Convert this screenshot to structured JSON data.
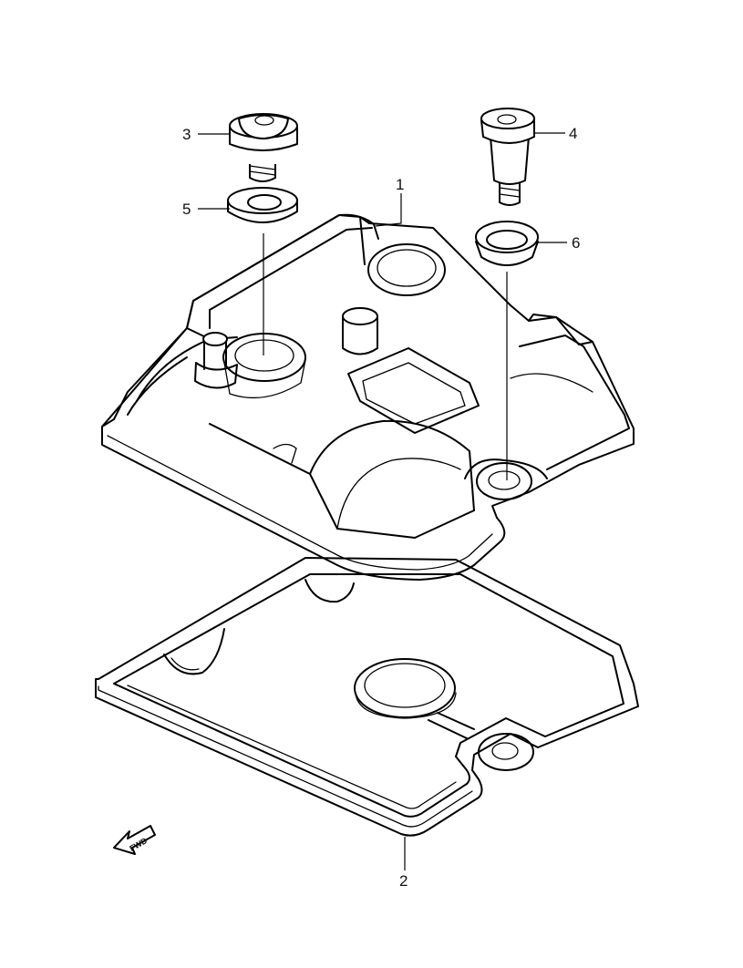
{
  "callouts": {
    "c1": "1",
    "c2": "2",
    "c3": "3",
    "c4": "4",
    "c5": "5",
    "c6": "6"
  },
  "fwd_label": "FWD",
  "colors": {
    "line": "#000000",
    "background": "#ffffff"
  }
}
